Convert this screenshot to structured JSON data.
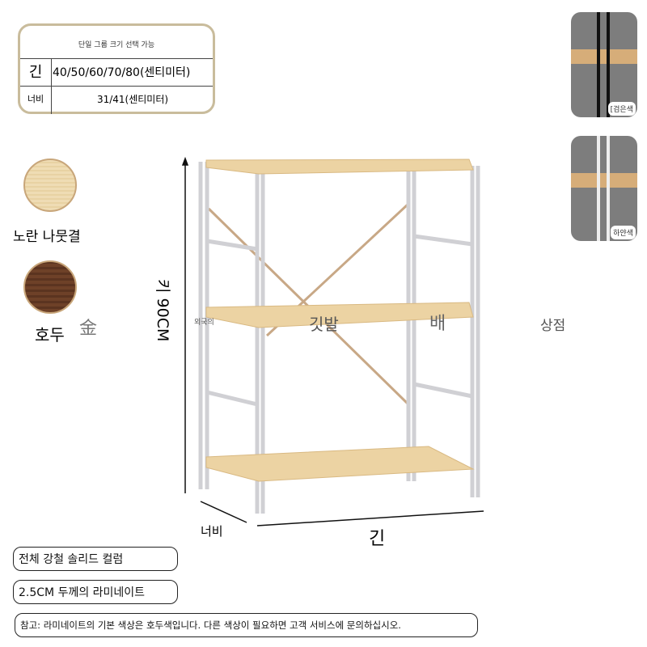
{
  "spec_table": {
    "title": "단일 그룹 크기 선택 가능",
    "rows": [
      {
        "label": "긴",
        "value": "40/50/60/70/80(센티미터)"
      },
      {
        "label": "너비",
        "value": "31/41(센티미터)"
      }
    ]
  },
  "colors": [
    {
      "name": "노란 나뭇결",
      "hex": "#ecd7ac"
    },
    {
      "name": "호두",
      "hex": "#6e4128"
    }
  ],
  "frame_options": [
    {
      "name": "[검은색",
      "hex": "#1a1a1a"
    },
    {
      "name": "하얀색",
      "hex": "#e6e6e6"
    }
  ],
  "dimensions": {
    "height": "키 90CM",
    "width": "너비",
    "length": "긴"
  },
  "watermark": {
    "glyph": "金",
    "parts": [
      "외국의",
      "깃발",
      "배",
      "상점"
    ]
  },
  "features": [
    "전체 강철 솔리드 컬럼",
    "2.5CM 두께의 라미네이트",
    "참고: 라미네이트의 기본 색상은 호두색입니다. 다른 색상이 필요하면 고객 서비스에 문의하십시오."
  ]
}
